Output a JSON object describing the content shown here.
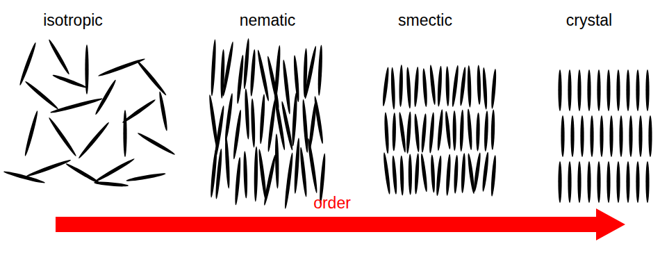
{
  "diagram": {
    "labels": [
      "isotropic",
      "nematic",
      "smectic",
      "crystal",
      "order"
    ]
  }
}
